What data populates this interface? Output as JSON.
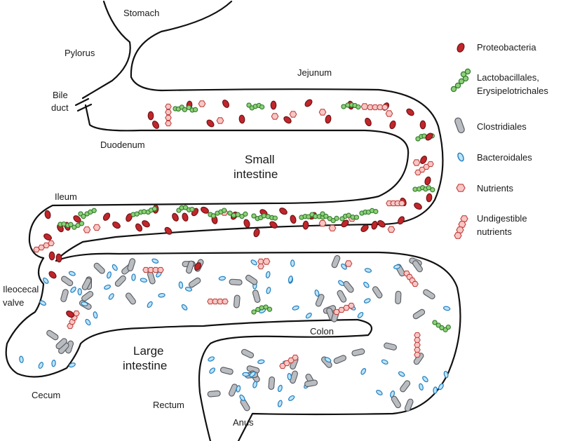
{
  "labels": {
    "stomach": "Stomach",
    "pylorus": "Pylorus",
    "bile_duct_1": "Bile",
    "bile_duct_2": "duct",
    "duodenum": "Duodenum",
    "jejunum": "Jejunum",
    "small_intestine_1": "Small",
    "small_intestine_2": "intestine",
    "ileum": "Ileum",
    "ileocecal_valve_1": "Ileocecal",
    "ileocecal_valve_2": "valve",
    "large_intestine_1": "Large",
    "large_intestine_2": "intestine",
    "colon": "Colon",
    "cecum": "Cecum",
    "rectum": "Rectum",
    "anus": "Anus"
  },
  "legend": [
    {
      "key": "proteobacteria",
      "lines": [
        "Proteobacteria"
      ]
    },
    {
      "key": "lactobacillales",
      "lines": [
        "Lactobacillales,",
        "Erysipelotrichales"
      ]
    },
    {
      "key": "clostridiales",
      "lines": [
        "Clostridiales"
      ]
    },
    {
      "key": "bacteroidales",
      "lines": [
        "Bacteroidales"
      ]
    },
    {
      "key": "nutrients",
      "lines": [
        "Nutrients"
      ]
    },
    {
      "key": "undigestible",
      "lines": [
        "Undigestible",
        "nutrients"
      ]
    }
  ],
  "colors": {
    "proteobacteria_fill": "#c0262b",
    "proteobacteria_stroke": "#6a0f12",
    "lacto_fill": "#8fd07a",
    "lacto_stroke": "#2f7a2a",
    "clostridiales_fill": "#b9bcc0",
    "clostridiales_stroke": "#55585c",
    "bacteroidales_fill": "#bfe3f7",
    "bacteroidales_stroke": "#1f7fc0",
    "nutrient_fill": "#f7c7c6",
    "nutrient_stroke": "#c2443f"
  }
}
